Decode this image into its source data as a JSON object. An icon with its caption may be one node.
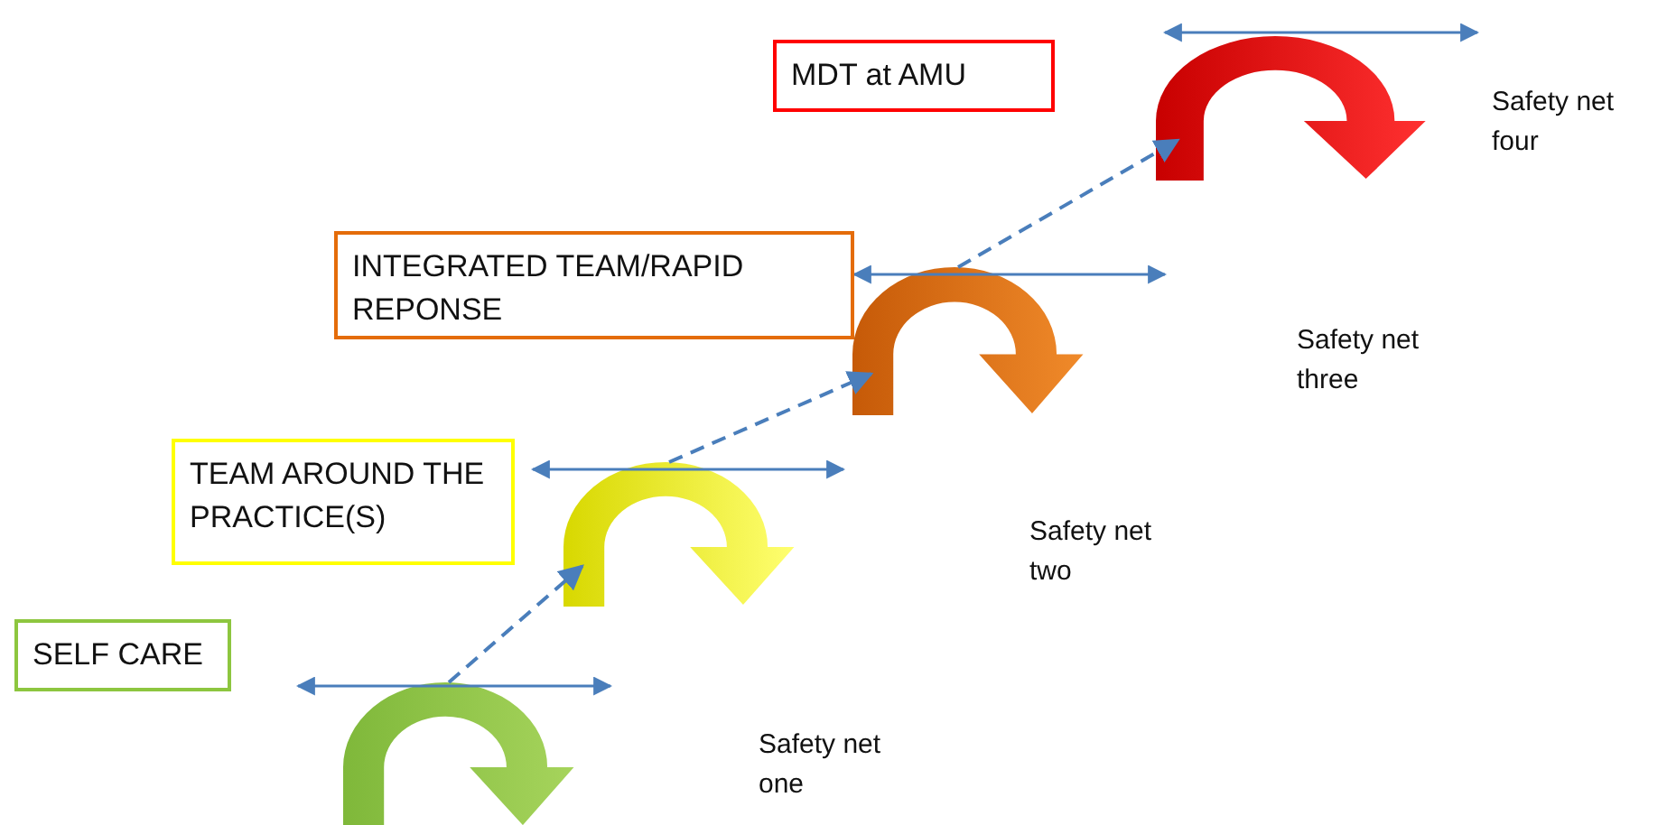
{
  "diagram": {
    "nodes": [
      {
        "text": [
          "SELF CARE"
        ]
      },
      {
        "text": [],
        "shape": "arc"
      },
      {
        "text": [
          "TEAM AROUND THE PRACTICE(S)"
        ]
      },
      {
        "text": [],
        "shape": "arc"
      },
      {
        "text": [
          "INTEGRATED TEAM/RAPID REPONSE"
        ]
      },
      {
        "text": [],
        "shape": "arc"
      },
      {
        "text": [
          "MDT at AMU"
        ]
      },
      {
        "text": [],
        "shape": "arc"
      }
    ],
    "edges": [
      {
        "from": 1,
        "to": 3,
        "arrow": "to",
        "style": "dashed"
      },
      {
        "from": 3,
        "to": 5,
        "arrow": "to",
        "style": "dashed"
      },
      {
        "from": 5,
        "to": 7,
        "arrow": "to",
        "style": "dashed"
      }
    ],
    "labels": [
      "Safety net one",
      "Safety net two",
      "Safety net three",
      "Safety net four"
    ]
  }
}
